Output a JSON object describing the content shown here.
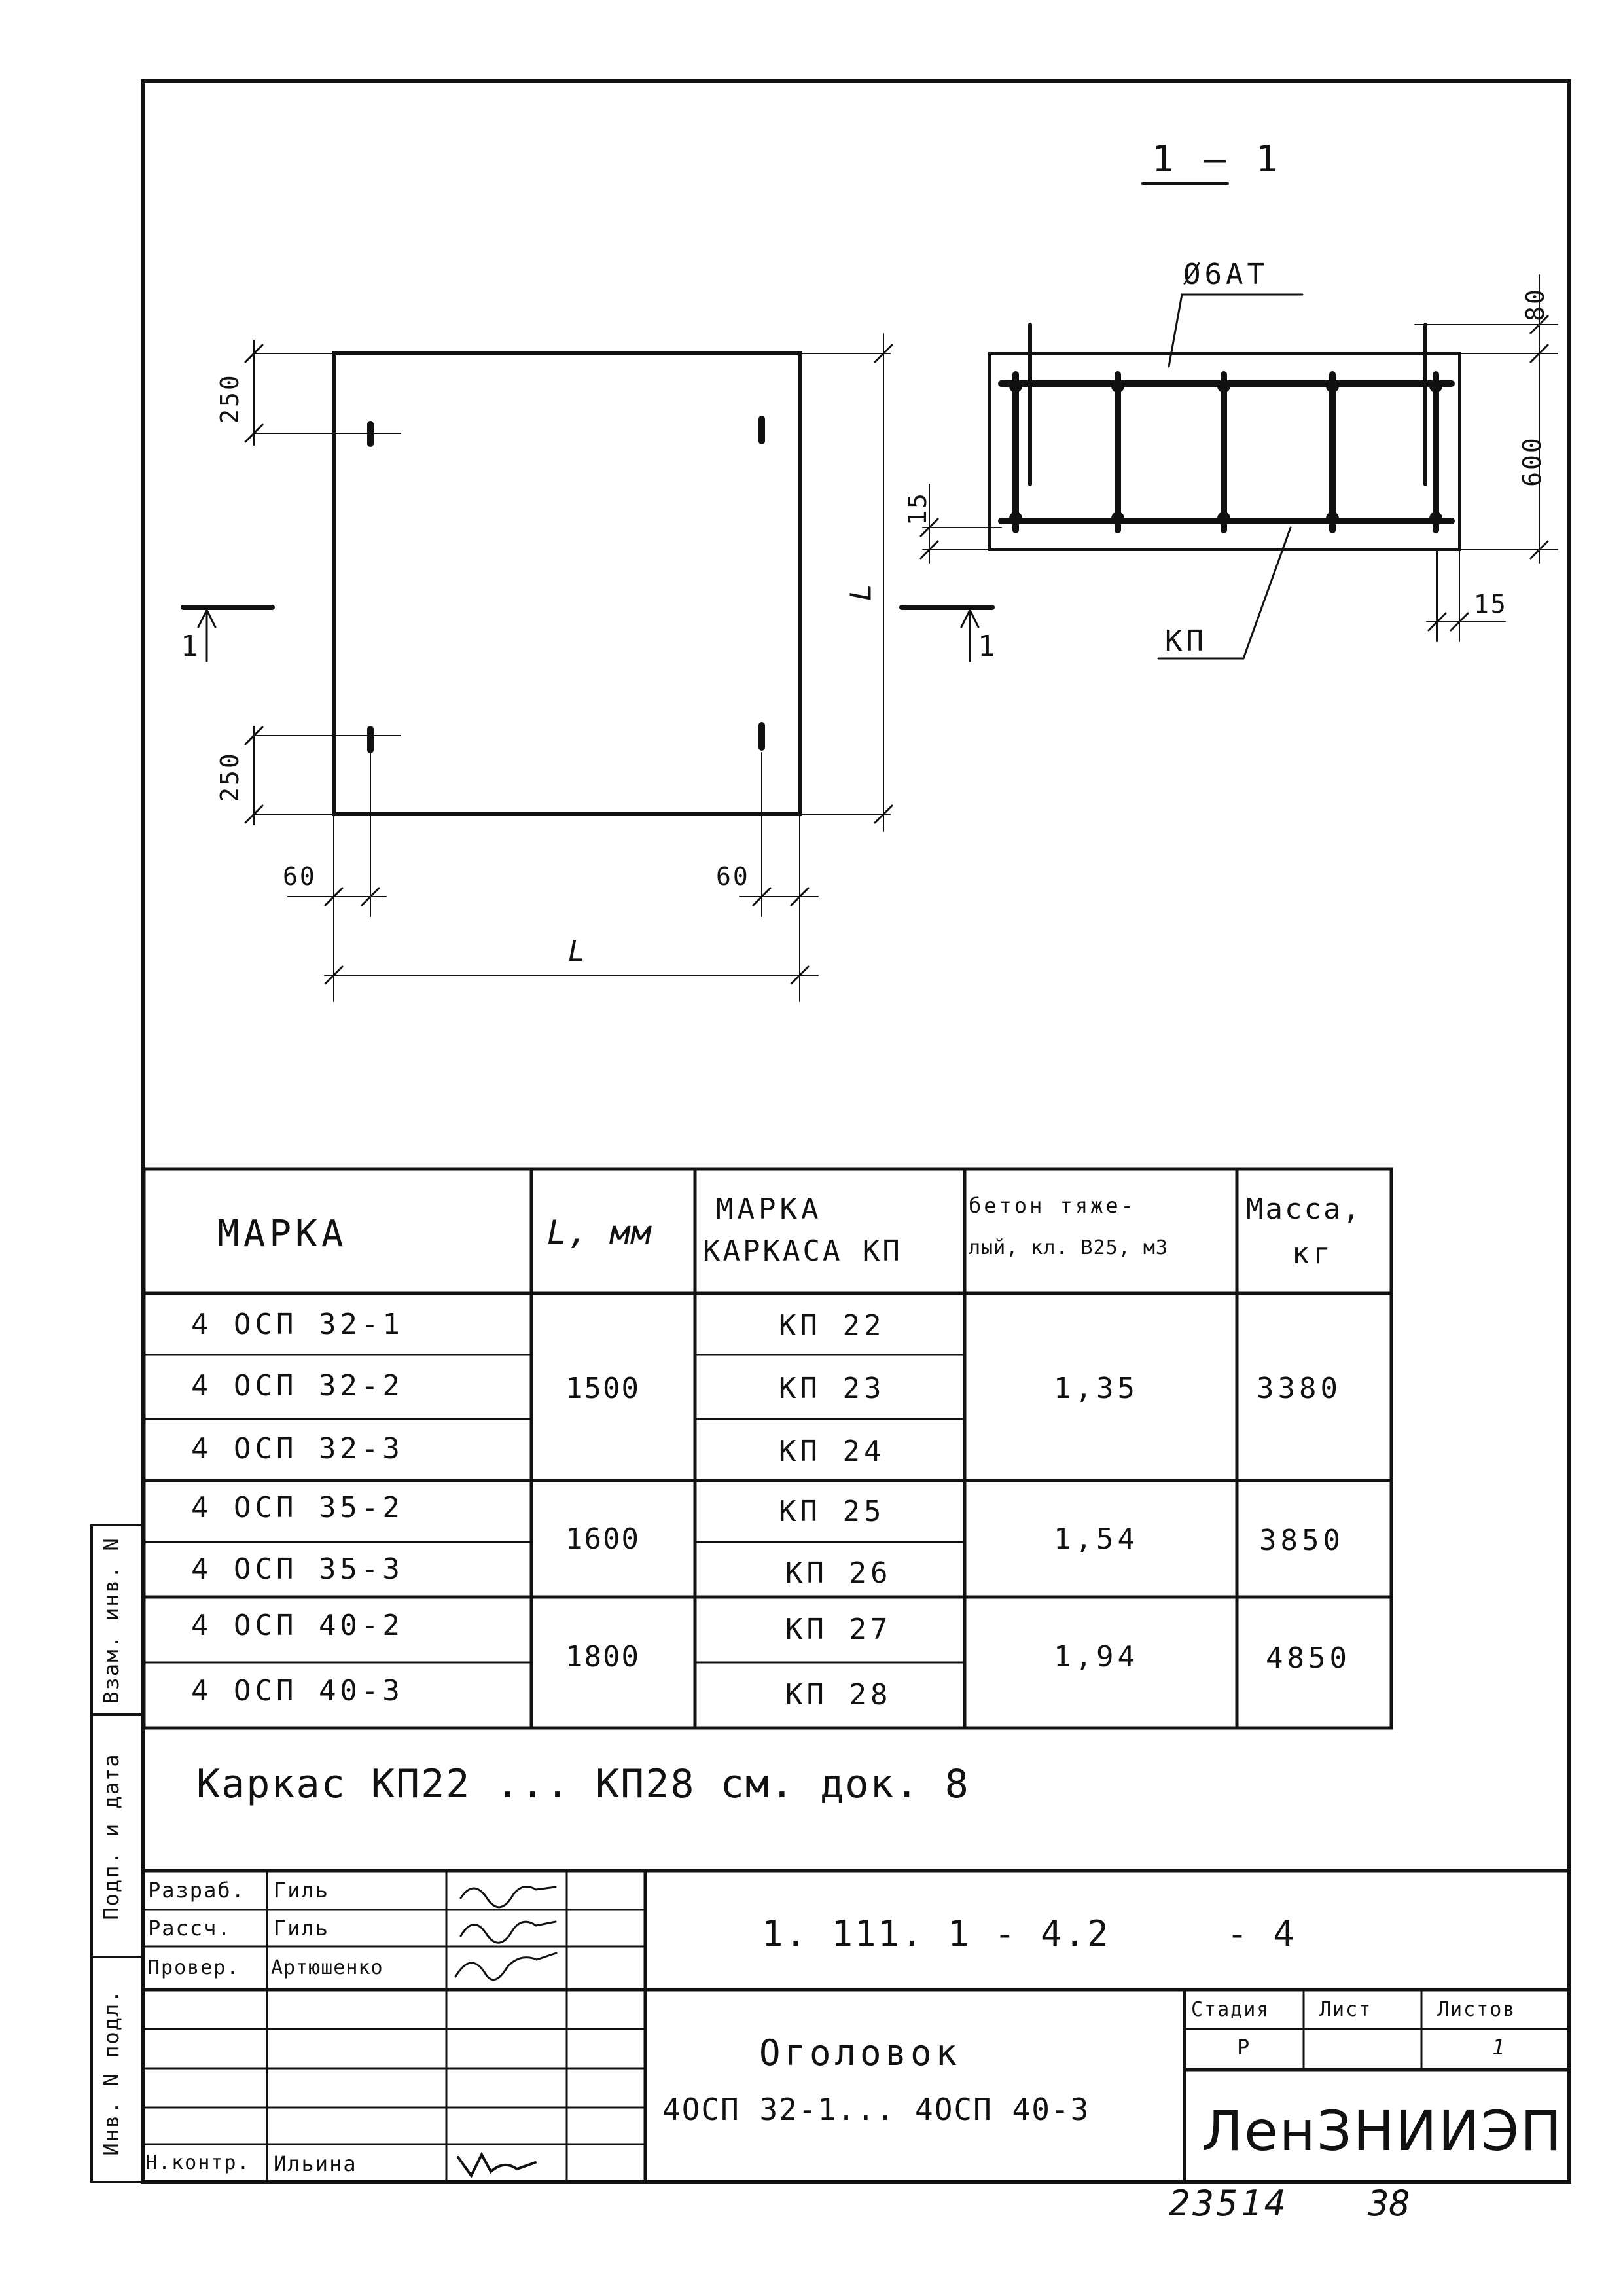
{
  "section": {
    "label": "1 – 1",
    "rebar_callout": "Ø6АТ",
    "frame_callout": "КП",
    "dims": {
      "top": "80",
      "height": "600",
      "left_offset": "15",
      "bottom_offset": "15"
    }
  },
  "plan": {
    "dim_top": "250",
    "dim_bottom": "250",
    "dim_left_offset": "60",
    "dim_right_offset": "60",
    "dim_width": "L",
    "dim_length": "L",
    "cut_left": "1",
    "cut_right": "1"
  },
  "table": {
    "headers": [
      "МАРКА",
      "L, мм",
      "МАРКА КАРКАСА КП",
      "бетон тяжелый, кл. В25, м3",
      "Масса, кг"
    ],
    "header_lines": {
      "mark": "МАРКА",
      "length": "L, мм",
      "frame_1": "МАРКА",
      "frame_2": "КАРКАСА КП",
      "concrete_1": "бетон тяже-",
      "concrete_2": "лый, кл. В25, м3",
      "mass_1": "Масса,",
      "mass_2": "кг"
    },
    "rows": [
      {
        "mark": "4 ОСП 32-1",
        "frame": "КП 22"
      },
      {
        "mark": "4 ОСП 32-2",
        "frame": "КП 23"
      },
      {
        "mark": "4 ОСП 32-3",
        "frame": "КП 24"
      },
      {
        "mark": "4 ОСП 35-2",
        "frame": "КП 25"
      },
      {
        "mark": "4 ОСП 35-3",
        "frame": "КП 26"
      },
      {
        "mark": "4 ОСП 40-2",
        "frame": "КП 27"
      },
      {
        "mark": "4 ОСП 40-3",
        "frame": "КП 28"
      }
    ],
    "groups": [
      {
        "length": "1500",
        "concrete": "1,35",
        "mass": "3380"
      },
      {
        "length": "1600",
        "concrete": "1,54",
        "mass": "3850"
      },
      {
        "length": "1800",
        "concrete": "1,94",
        "mass": "4850"
      }
    ]
  },
  "note": "Каркас КП22 ... КП28 см. док. 8",
  "side_stamp": {
    "col1": "Инв. N подл.",
    "col2": "Подп. и дата",
    "col3": "Взам. инв. N"
  },
  "title_block": {
    "code": "1. 111. 1 - 4.2     - 4",
    "roles": [
      {
        "role": "Разраб.",
        "name": "Гиль"
      },
      {
        "role": "Рассч.",
        "name": "Гиль"
      },
      {
        "role": "Провер.",
        "name": "Артюшенко"
      },
      {
        "role": "",
        "name": ""
      },
      {
        "role": "",
        "name": ""
      },
      {
        "role": "",
        "name": ""
      },
      {
        "role": "Н.контр.",
        "name": "Ильина"
      }
    ],
    "title_1": "Оголовок",
    "title_2": "4ОСП 32-1... 4ОСП 40-3",
    "stage_label": "Стадия",
    "sheet_label": "Лист",
    "sheets_label": "Листов",
    "stage_value": "Р",
    "sheet_value": "",
    "sheets_value": "1",
    "org": "ЛенЗНИИЭП"
  },
  "footer": {
    "number": "23514",
    "page": "38"
  }
}
